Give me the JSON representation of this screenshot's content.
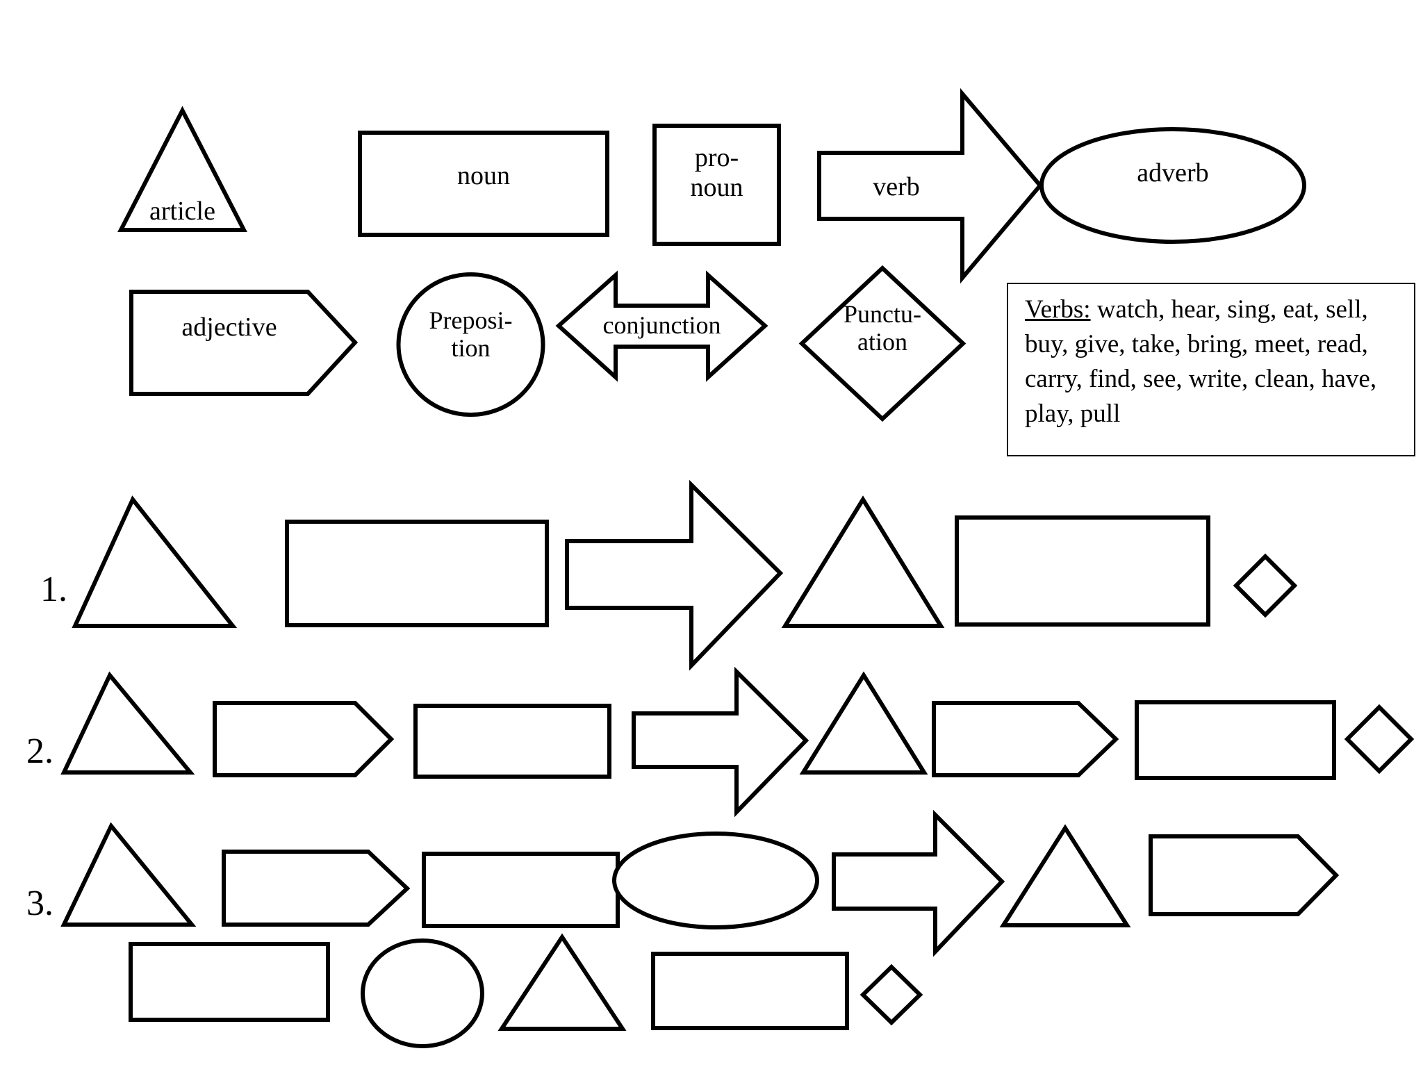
{
  "document": {
    "type": "parts-of-speech-shape-key-worksheet",
    "background_color": "#ffffff",
    "ink_color": "#000000"
  },
  "legend": {
    "title": "",
    "items": [
      {
        "id": "article",
        "label": "article",
        "shape": "triangle"
      },
      {
        "id": "noun",
        "label": "noun",
        "shape": "rectangle"
      },
      {
        "id": "pronoun",
        "label": "pro-\nnoun",
        "shape": "square"
      },
      {
        "id": "verb",
        "label": "verb",
        "shape": "right-arrow"
      },
      {
        "id": "adverb",
        "label": "adverb",
        "shape": "ellipse"
      },
      {
        "id": "adjective",
        "label": "adjective",
        "shape": "pentagon-right"
      },
      {
        "id": "preposition",
        "label": "Preposi-\ntion",
        "shape": "circle"
      },
      {
        "id": "conjunction",
        "label": "conjunction",
        "shape": "double-arrow"
      },
      {
        "id": "punctuation",
        "label": "Punctu-\nation",
        "shape": "diamond"
      }
    ]
  },
  "wordbank": {
    "label": "Verbs:",
    "text": " watch, hear, sing, eat, sell, buy, give, take, bring, meet, read, carry, find, see, write, clean, have, play, pull",
    "verbs": [
      "watch",
      "hear",
      "sing",
      "eat",
      "sell",
      "buy",
      "give",
      "take",
      "bring",
      "meet",
      "read",
      "carry",
      "find",
      "see",
      "write",
      "clean",
      "have",
      "play",
      "pull"
    ],
    "lines": [
      "Verbs: watch, hear, sing, eat,",
      "sell, buy, give, take, bring,",
      "meet, read, carry, find, see,",
      "write, clean, have, play, pull"
    ]
  },
  "exercises": [
    {
      "number": "1.",
      "shapes": [
        "triangle",
        "rectangle",
        "right-arrow",
        "triangle",
        "rectangle",
        "diamond-small"
      ],
      "pattern": [
        "article",
        "noun",
        "verb",
        "article",
        "noun",
        "punctuation"
      ]
    },
    {
      "number": "2.",
      "shapes": [
        "triangle",
        "pentagon-right",
        "rectangle",
        "right-arrow",
        "triangle",
        "pentagon-right",
        "rectangle",
        "diamond-small"
      ],
      "pattern": [
        "article",
        "adjective",
        "noun",
        "verb",
        "article",
        "adjective",
        "noun",
        "punctuation"
      ]
    },
    {
      "number": "3.",
      "shapes": [
        "triangle",
        "pentagon-right",
        "rectangle",
        "ellipse",
        "right-arrow",
        "triangle",
        "pentagon-right",
        "rectangle",
        "circle",
        "triangle",
        "rectangle",
        "diamond-small"
      ],
      "pattern": [
        "article",
        "adjective",
        "noun",
        "adverb",
        "verb",
        "article",
        "adjective",
        "noun",
        "preposition",
        "article",
        "noun",
        "punctuation"
      ]
    }
  ]
}
